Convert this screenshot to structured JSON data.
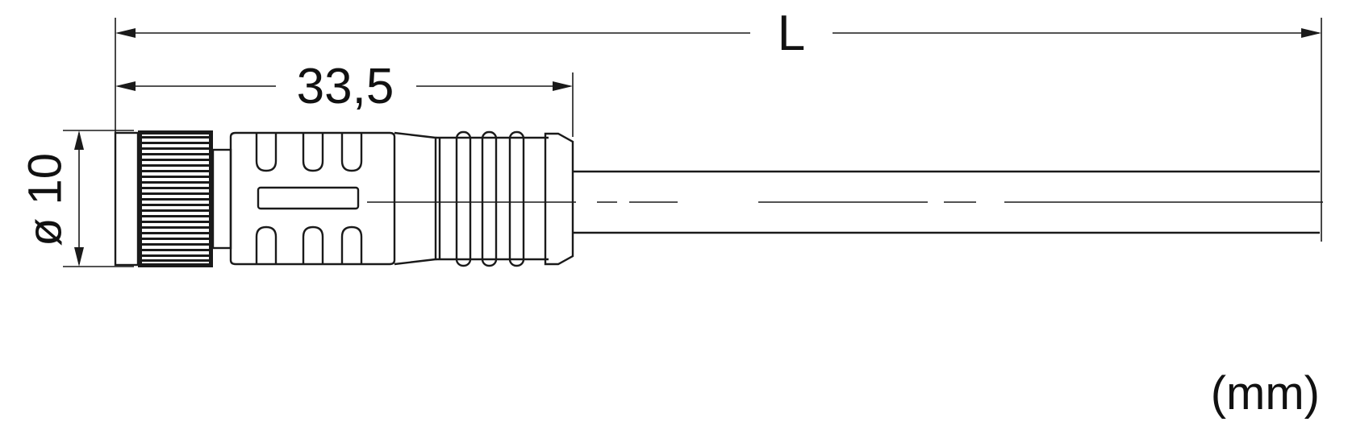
{
  "dimensions": {
    "overall_length_label": "L",
    "connector_length_label": "33,5",
    "diameter_label": "ø 10"
  },
  "units_label": "(mm)",
  "colors": {
    "line": "#1a1a1a",
    "background": "#ffffff"
  }
}
